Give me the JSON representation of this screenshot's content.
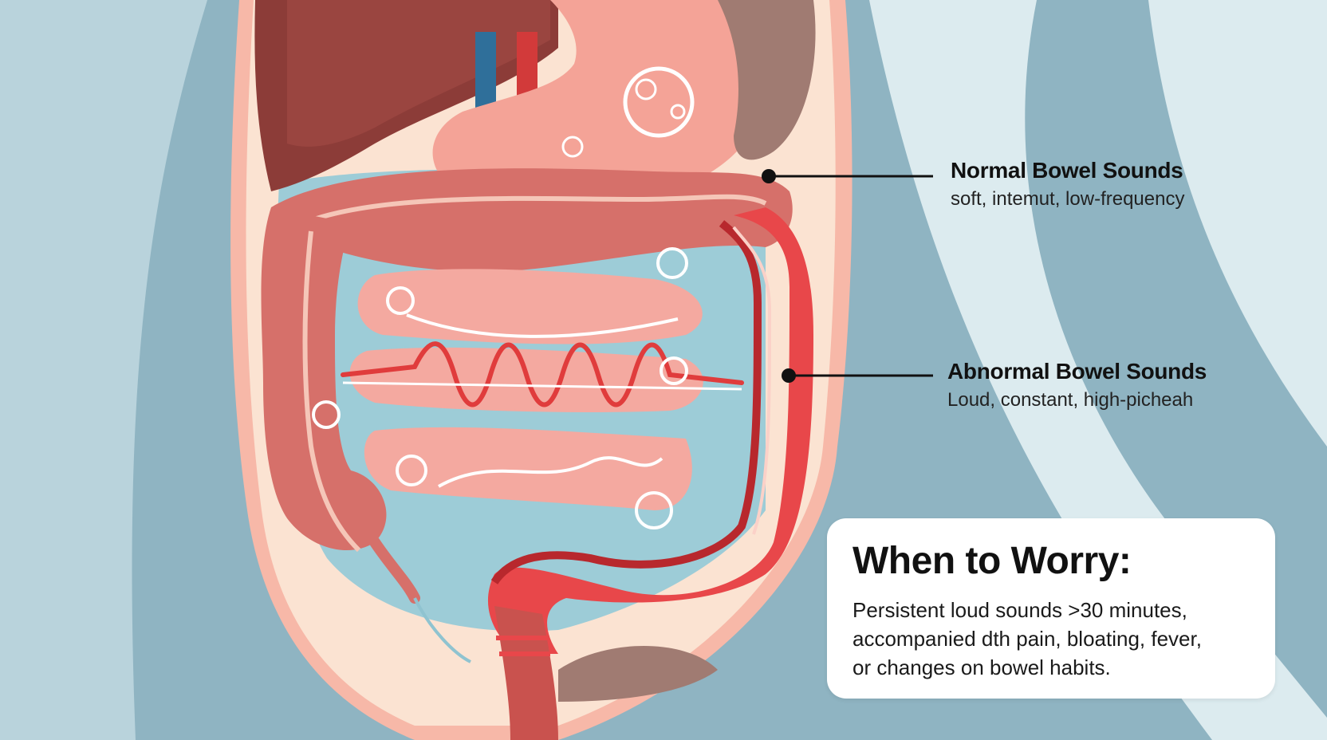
{
  "colors": {
    "background": "#8fb4c2",
    "background_light": "#dcebef",
    "abdomen_fill": "#fbe3d2",
    "cavity": "#9dccd7",
    "liver": "#8c3c38",
    "stomach": "#f4a397",
    "colon_normal": "#d6706a",
    "colon_abnormal": "#e8474a",
    "small_intestine": "#f4a9a0",
    "wave": "#e03c3c",
    "card": "#ffffff"
  },
  "labels": {
    "normal": {
      "title": "Normal Bowel Sounds",
      "subtitle": "soft, intemut, low-frequency"
    },
    "abnormal": {
      "title": "Abnormal Bowel Sounds",
      "subtitle": "Loud, constant, high-picheah"
    }
  },
  "worry_card": {
    "title": "When to Worry:",
    "line1": "Persistent loud sounds >30 minutes,",
    "line2": "accompanied dth pain, bloating, fever,",
    "line3": "or changes on bowel habits."
  },
  "icons": {
    "bubble": "gas-bubble-icon",
    "wave": "sound-wave-icon"
  }
}
